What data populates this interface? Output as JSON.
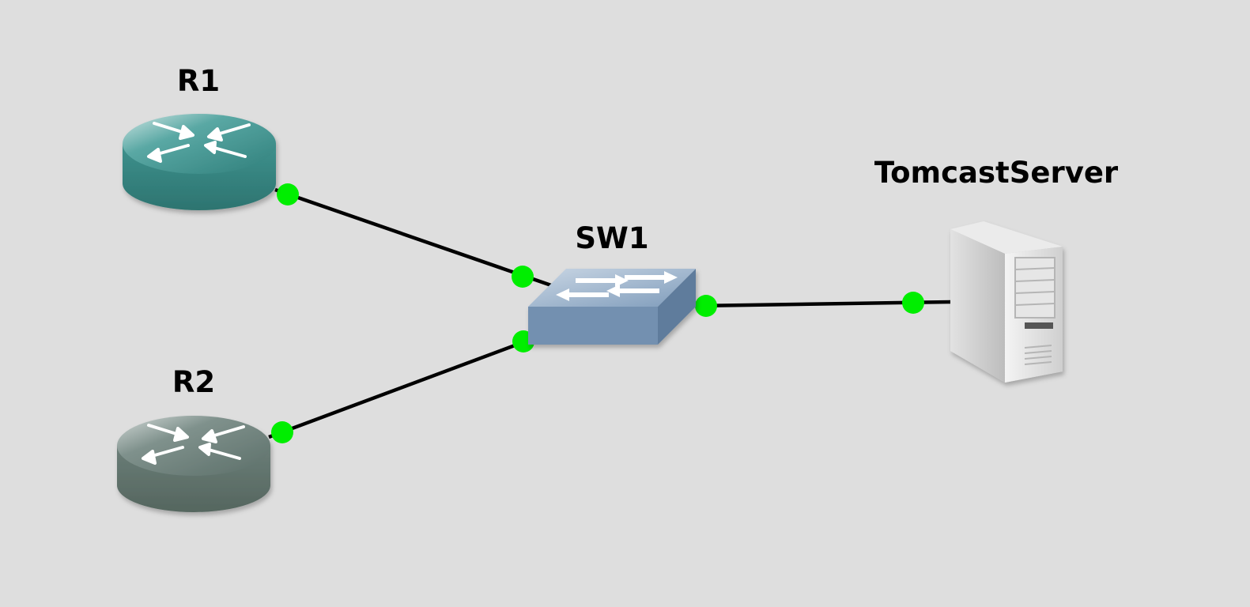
{
  "canvas": {
    "background": "#dedede"
  },
  "nodes": {
    "r1": {
      "label": "R1",
      "type": "router",
      "icon": "router-icon",
      "color": "#3c8c89"
    },
    "r2": {
      "label": "R2",
      "type": "router",
      "icon": "router-icon",
      "color": "#657a74"
    },
    "sw1": {
      "label": "SW1",
      "type": "ethernet-switch",
      "icon": "switch-icon",
      "color": "#7390b0"
    },
    "server": {
      "label": "TomcastServer",
      "type": "server",
      "icon": "server-icon",
      "color": "#dedede"
    }
  },
  "links": [
    {
      "id": "r1-sw1",
      "from": "R1",
      "to": "SW1",
      "status": "up"
    },
    {
      "id": "r2-sw1",
      "from": "R2",
      "to": "SW1",
      "status": "up"
    },
    {
      "id": "sw1-server",
      "from": "SW1",
      "to": "TomcastServer",
      "status": "up"
    }
  ],
  "status_color": "#00ee00",
  "link_color": "#000000"
}
